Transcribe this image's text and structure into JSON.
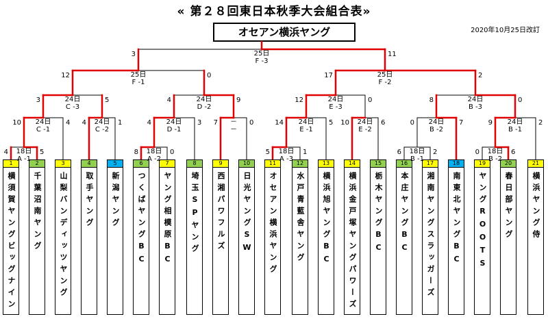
{
  "title": "« 第２８回東日本秋季大会組合表»",
  "champion": "オセアン横浜ヤング",
  "revised": "2020年10月25日改訂",
  "matches": {
    "final": {
      "date": "25日",
      "code": "F -3",
      "left": "3",
      "right": "11"
    },
    "f1": {
      "date": "25日",
      "code": "F -1",
      "left": "12",
      "right": "0"
    },
    "f2": {
      "date": "25日",
      "code": "F -2",
      "left": "17",
      "right": "2"
    },
    "c3": {
      "date": "24日",
      "code": "C -3",
      "left": "3",
      "right": "5"
    },
    "d2": {
      "date": "24日",
      "code": "D -2",
      "left": "4",
      "right": "9"
    },
    "e3": {
      "date": "24日",
      "code": "E -3",
      "left": "12",
      "right": "0"
    },
    "b3": {
      "date": "24日",
      "code": "B -3",
      "left": "8",
      "right": "0"
    },
    "c1": {
      "date": "24日",
      "code": "C -1",
      "left": "10",
      "right": "4"
    },
    "c2": {
      "date": "24日",
      "code": "C -2",
      "left": "4",
      "right": "1"
    },
    "d1": {
      "date": "24日",
      "code": "D -1",
      "left": "4",
      "right": "3"
    },
    "nx": {
      "date": "－",
      "code": "－",
      "left": "7",
      "right": "0"
    },
    "e1": {
      "date": "24日",
      "code": "E -1",
      "left": "14",
      "right": "5"
    },
    "e2": {
      "date": "24日",
      "code": "E -2",
      "left": "10",
      "right": "6"
    },
    "b2": {
      "date": "24日",
      "code": "B -2",
      "left": "0",
      "right": "7"
    },
    "b1": {
      "date": "24日",
      "code": "B -1",
      "left": "9",
      "right": "2"
    },
    "a1": {
      "date": "18日",
      "code": "A -1",
      "left": "4",
      "right": "5"
    },
    "a2": {
      "date": "18日",
      "code": "A -2",
      "left": "8",
      "right": "0"
    },
    "a3": {
      "date": "18日",
      "code": "A -3",
      "left": "5",
      "right": "1"
    },
    "bb1": {
      "date": "18日",
      "code": "B -1",
      "left": "6",
      "right": "2"
    },
    "bb2": {
      "date": "18日",
      "code": "B -2",
      "left": "0",
      "right": "6"
    }
  },
  "teams": [
    {
      "num": "1",
      "name": "横須賀ヤングビッグナイン",
      "color": "#ffff00"
    },
    {
      "num": "2",
      "name": "千葉沼南ヤング",
      "color": "#92d050"
    },
    {
      "num": "3",
      "name": "山梨バンディッツヤング",
      "color": "#ffff00"
    },
    {
      "num": "4",
      "name": "取手ヤング",
      "color": "#92d050"
    },
    {
      "num": "5",
      "name": "新潟ヤング",
      "color": "#00b0f0"
    },
    {
      "num": "6",
      "name": "つくばヤングBC",
      "color": "#92d050"
    },
    {
      "num": "7",
      "name": "ヤング相模原BC",
      "color": "#ffff00"
    },
    {
      "num": "8",
      "name": "埼玉SPヤング",
      "color": "#92d050"
    },
    {
      "num": "9",
      "name": "西湘パワフルズ",
      "color": "#ffff00"
    },
    {
      "num": "10",
      "name": "日光ヤングSW",
      "color": "#92d050"
    },
    {
      "num": "11",
      "name": "オセアン横浜ヤング",
      "color": "#ffff00"
    },
    {
      "num": "12",
      "name": "水戸青藍舎ヤング",
      "color": "#92d050"
    },
    {
      "num": "13",
      "name": "横浜旭ヤングBC",
      "color": "#ffff00"
    },
    {
      "num": "14",
      "name": "横浜金戸塚ヤングパワーズ",
      "color": "#ffff00"
    },
    {
      "num": "15",
      "name": "栃木ヤングBC",
      "color": "#92d050"
    },
    {
      "num": "16",
      "name": "本庄ヤングBC",
      "color": "#92d050"
    },
    {
      "num": "17",
      "name": "湘南ヤングスラッガーズ",
      "color": "#ffff00"
    },
    {
      "num": "18",
      "name": "南東北ヤングBC",
      "color": "#00b0f0"
    },
    {
      "num": "19",
      "name": "ヤングROOTS",
      "color": "#ffff00"
    },
    {
      "num": "20",
      "name": "春日部ヤング",
      "color": "#92d050"
    },
    {
      "num": "21",
      "name": "横浜ヤング侍",
      "color": "#ffff00"
    }
  ]
}
